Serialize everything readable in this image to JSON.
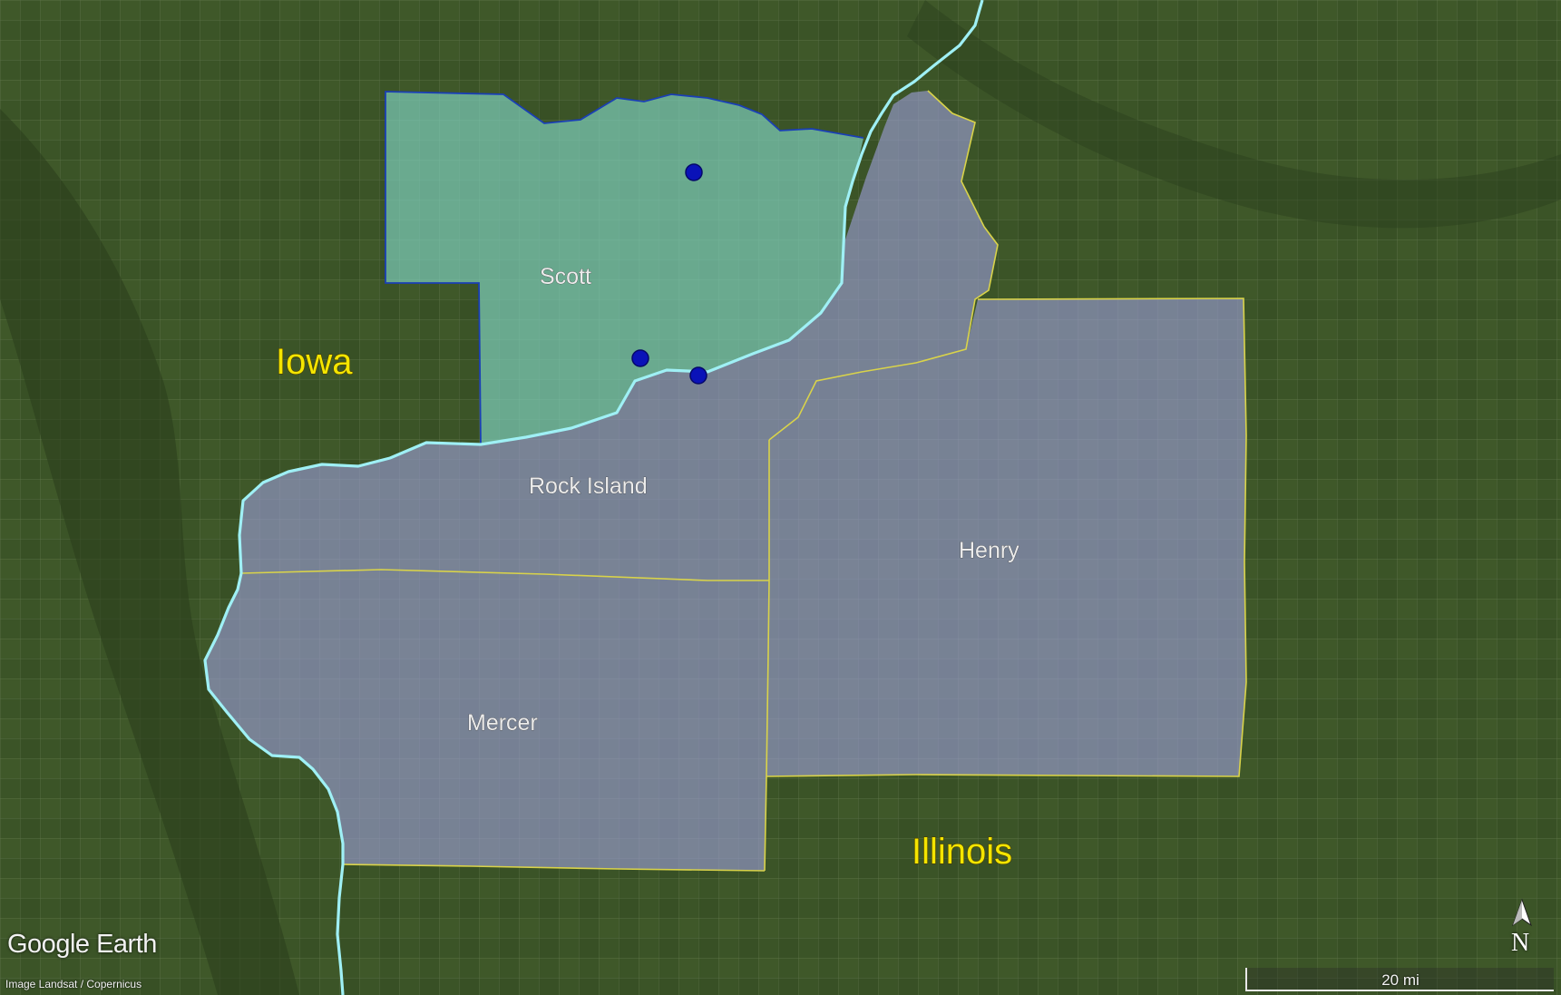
{
  "map": {
    "counties": {
      "scott": "Scott",
      "rock_island": "Rock Island",
      "henry": "Henry",
      "mercer": "Mercer"
    },
    "states": {
      "iowa": "Iowa",
      "illinois": "Illinois"
    },
    "brand": "Google Earth",
    "attribution": "Image Landsat / Copernicus",
    "scale_label": "20 mi",
    "north_label": "N",
    "colors": {
      "terrain": "#3b5427",
      "scott_fill": "#7fd1c0",
      "illinois_county_fill": "#9c9ed8",
      "river": "#9ff0f5",
      "county_border": "#d9d34a",
      "scott_border": "#1a3fb5",
      "marker": "#0a12b8",
      "state_label": "#f4e500"
    }
  }
}
